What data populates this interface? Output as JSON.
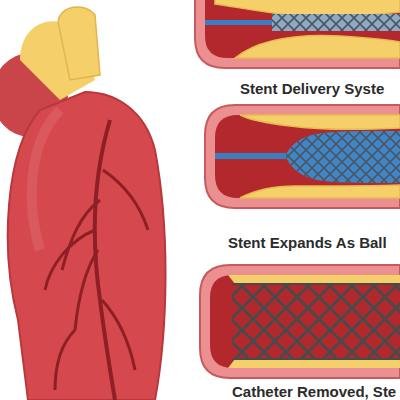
{
  "diagram": {
    "labels": [
      "Stent Delivery Syste",
      "Stent Expands As Ball",
      "Catheter Removed, Ste"
    ]
  }
}
